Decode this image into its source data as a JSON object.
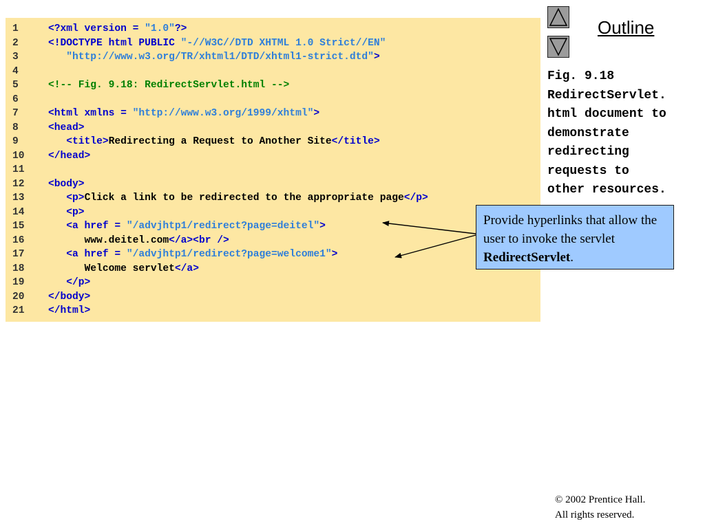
{
  "code": {
    "lines": [
      {
        "num": "1",
        "tokens": [
          {
            "t": "<?xml version = ",
            "c": "tag"
          },
          {
            "t": "\"1.0\"",
            "c": "string"
          },
          {
            "t": "?>",
            "c": "tag"
          }
        ]
      },
      {
        "num": "2",
        "tokens": [
          {
            "t": "<!DOCTYPE html PUBLIC ",
            "c": "tag"
          },
          {
            "t": "\"-//W3C//DTD XHTML 1.0 Strict//EN\"",
            "c": "string"
          }
        ]
      },
      {
        "num": "3",
        "tokens": [
          {
            "t": "   ",
            "c": "plain"
          },
          {
            "t": "\"http://www.w3.org/TR/xhtml1/DTD/xhtml1-strict.dtd\"",
            "c": "string"
          },
          {
            "t": ">",
            "c": "tag"
          }
        ]
      },
      {
        "num": "4",
        "tokens": []
      },
      {
        "num": "5",
        "tokens": [
          {
            "t": "<!-- Fig. 9.18: RedirectServlet.html -->",
            "c": "comment"
          }
        ]
      },
      {
        "num": "6",
        "tokens": []
      },
      {
        "num": "7",
        "tokens": [
          {
            "t": "<html xmlns = ",
            "c": "tag"
          },
          {
            "t": "\"http://www.w3.org/1999/xhtml\"",
            "c": "string"
          },
          {
            "t": ">",
            "c": "tag"
          }
        ]
      },
      {
        "num": "8",
        "tokens": [
          {
            "t": "<head>",
            "c": "tag"
          }
        ]
      },
      {
        "num": "9",
        "tokens": [
          {
            "t": "   ",
            "c": "plain"
          },
          {
            "t": "<title>",
            "c": "tag"
          },
          {
            "t": "Redirecting a Request to Another Site",
            "c": "plain"
          },
          {
            "t": "</title>",
            "c": "tag"
          }
        ]
      },
      {
        "num": "10",
        "tokens": [
          {
            "t": "</head>",
            "c": "tag"
          }
        ]
      },
      {
        "num": "11",
        "tokens": []
      },
      {
        "num": "12",
        "tokens": [
          {
            "t": "<body>",
            "c": "tag"
          }
        ]
      },
      {
        "num": "13",
        "tokens": [
          {
            "t": "   ",
            "c": "plain"
          },
          {
            "t": "<p>",
            "c": "tag"
          },
          {
            "t": "Click a link to be redirected to the appropriate page",
            "c": "plain"
          },
          {
            "t": "</p>",
            "c": "tag"
          }
        ]
      },
      {
        "num": "14",
        "tokens": [
          {
            "t": "   ",
            "c": "plain"
          },
          {
            "t": "<p>",
            "c": "tag"
          }
        ]
      },
      {
        "num": "15",
        "tokens": [
          {
            "t": "   ",
            "c": "plain"
          },
          {
            "t": "<a href = ",
            "c": "tag"
          },
          {
            "t": "\"/advjhtp1/redirect?page=deitel\"",
            "c": "string"
          },
          {
            "t": ">",
            "c": "tag"
          }
        ]
      },
      {
        "num": "16",
        "tokens": [
          {
            "t": "      ",
            "c": "plain"
          },
          {
            "t": "www.deitel.com",
            "c": "plain"
          },
          {
            "t": "</a><br />",
            "c": "tag"
          }
        ]
      },
      {
        "num": "17",
        "tokens": [
          {
            "t": "   ",
            "c": "plain"
          },
          {
            "t": "<a href = ",
            "c": "tag"
          },
          {
            "t": "\"/advjhtp1/redirect?page=welcome1\"",
            "c": "string"
          },
          {
            "t": ">",
            "c": "tag"
          }
        ]
      },
      {
        "num": "18",
        "tokens": [
          {
            "t": "      ",
            "c": "plain"
          },
          {
            "t": "Welcome servlet",
            "c": "plain"
          },
          {
            "t": "</a>",
            "c": "tag"
          }
        ]
      },
      {
        "num": "19",
        "tokens": [
          {
            "t": "   ",
            "c": "plain"
          },
          {
            "t": "</p>",
            "c": "tag"
          }
        ]
      },
      {
        "num": "20",
        "tokens": [
          {
            "t": "</body>",
            "c": "tag"
          }
        ]
      },
      {
        "num": "21",
        "tokens": [
          {
            "t": "</html>",
            "c": "tag"
          }
        ]
      }
    ]
  },
  "nav": {
    "outline_label": "Outline",
    "up_icon": "triangle-up-icon",
    "down_icon": "triangle-down-icon"
  },
  "caption": {
    "lines": [
      "Fig. 9.18",
      "RedirectServlet.",
      "html document to",
      "demonstrate",
      "redirecting",
      "requests to",
      "other resources."
    ]
  },
  "callout": {
    "text_before": "Provide hyperlinks that allow the user to invoke the servlet ",
    "text_bold": "RedirectServlet",
    "text_after": "."
  },
  "footer": {
    "copyright_symbol": "©",
    "line1": " 2002 Prentice Hall.",
    "line2": "All rights reserved."
  },
  "colors": {
    "code_background": "#fde7a3",
    "tag": "#0000cc",
    "string": "#2f7fd9",
    "comment": "#008000",
    "plain": "#000000",
    "callout_background": "#9fcaff",
    "nav_button": "#9b9b9b"
  }
}
